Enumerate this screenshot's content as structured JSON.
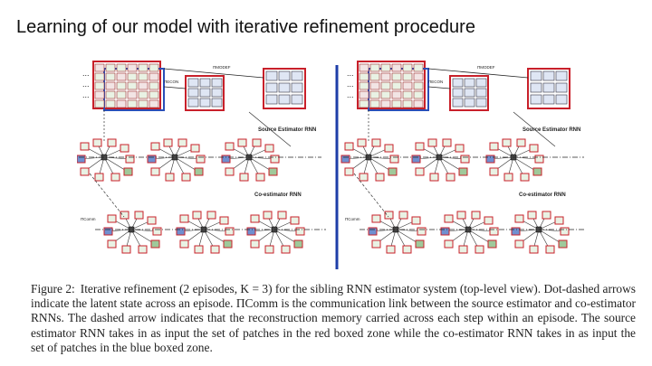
{
  "slide": {
    "title": "Learning of our model with iterative refinement procedure"
  },
  "figure": {
    "caption_label": "Figure 2:",
    "caption_text": "Iterative refinement (2 episodes, K = 3) for the sibling RNN estimator system (top-level view). Dot-dashed arrows indicate the latent state across an episode. ΠComm is the communication link between the source estimator and co-estimator RNNs. The dashed arrow indicates that the reconstruction memory carried across each step within an episode. The source estimator RNN takes in as input the set of patches in the red boxed zone while the co-estimator RNN takes in as input the set of patches in the blue boxed zone.",
    "labels": {
      "source_rnn": "Source Estimator RNN",
      "co_rnn": "Co-estimator RNN",
      "pi_comm": "ΠComm",
      "pi_conf": "ΠMODEF",
      "pi_ec": "ΠECON"
    },
    "colors": {
      "red_zone": "#c8202a",
      "blue_zone": "#2a4fb8",
      "divider": "#1e3ea8",
      "patch_bg": "#e9f2e4",
      "node_fill": "#dcdcdc",
      "dark_node": "#444444",
      "blue_patch": "#6f8fd0",
      "green_patch": "#9fc99a"
    }
  }
}
